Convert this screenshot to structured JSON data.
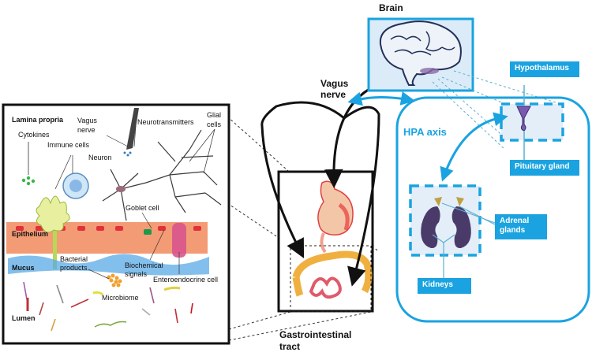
{
  "diagram": {
    "title": "Gut-brain axis",
    "colors": {
      "accent_blue": "#1aa3e0",
      "box_fill_light": "#dcebf8",
      "arrow_black": "#111111"
    },
    "brain": {
      "label": "Brain"
    },
    "vagus": {
      "line1": "Vagus",
      "line2": "nerve"
    },
    "hpa": {
      "label": "HPA axis",
      "hypothalamus": "Hypothalamus",
      "pituitary": "Pituitary gland",
      "adrenal_line1": "Adrenal",
      "adrenal_line2": "glands",
      "kidneys": "Kidneys"
    },
    "gi": {
      "line1": "Gastrointestinal",
      "line2": "tract"
    },
    "inset": {
      "lamina_propria": "Lamina propria",
      "cytokines": "Cytokines",
      "immune_cells": "Immune  cells",
      "vagus_line1": "Vagus",
      "vagus_line2": "nerve",
      "neurotransmitters": "Neurotransmitters",
      "glial_line1": "Glial",
      "glial_line2": "cells",
      "neuron": "Neuron",
      "goblet_cell": "Goblet cell",
      "epithelium": "Epithelium",
      "mucus": "Mucus",
      "bacterial_line1": "Bacterial",
      "bacterial_line2": "products",
      "biochem_line1": "Biochemical",
      "biochem_line2": "signals",
      "enteroendocrine": "Enteroendocrine cell",
      "microbiome": "Microbiome",
      "lumen": "Lumen"
    }
  }
}
